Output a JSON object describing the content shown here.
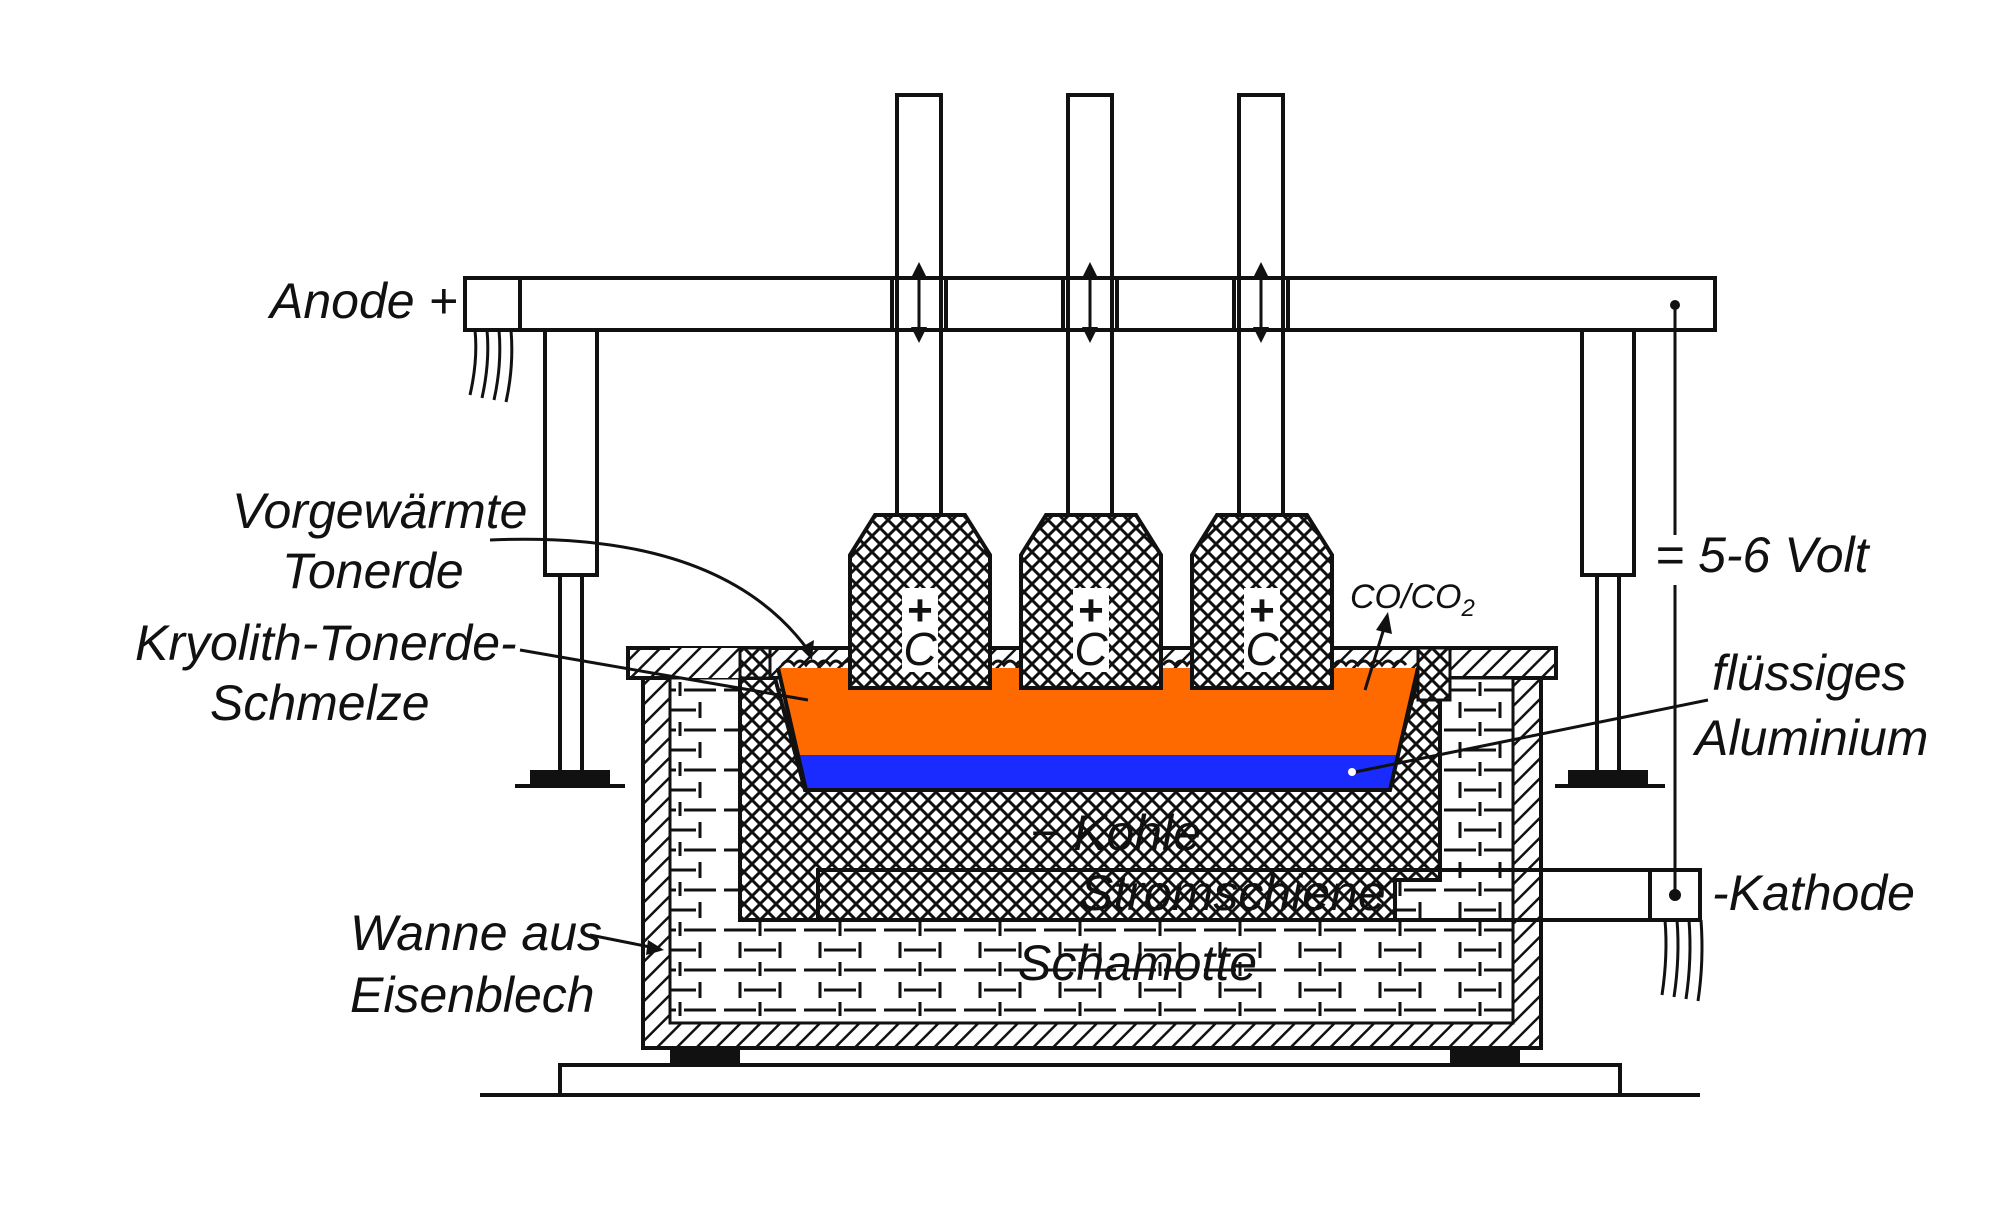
{
  "labels": {
    "anode": "Anode +",
    "preheated_1": "Vorgewärmte",
    "preheated_2": "Tonerde",
    "melt_1": "Kryolith-Tonerde-",
    "melt_2": "Schmelze",
    "voltage": "= 5-6 Volt",
    "gas": "CO/CO",
    "gas_sub": "2",
    "aluminium_1": "flüssiges",
    "aluminium_2": "Aluminium",
    "coal": "− Kohle",
    "busbar": "Stromschiene",
    "cathode": "-Kathode",
    "tank_1": "Wanne aus",
    "tank_2": "Eisenblech",
    "fireclay": "Schamotte"
  },
  "electrodes": [
    {
      "plus": "+",
      "carbon": "C"
    },
    {
      "plus": "+",
      "carbon": "C"
    },
    {
      "plus": "+",
      "carbon": "C"
    }
  ],
  "colors": {
    "melt": "#ff6a00",
    "aluminium": "#1a2bff",
    "ink": "#111111",
    "background": "#ffffff"
  }
}
